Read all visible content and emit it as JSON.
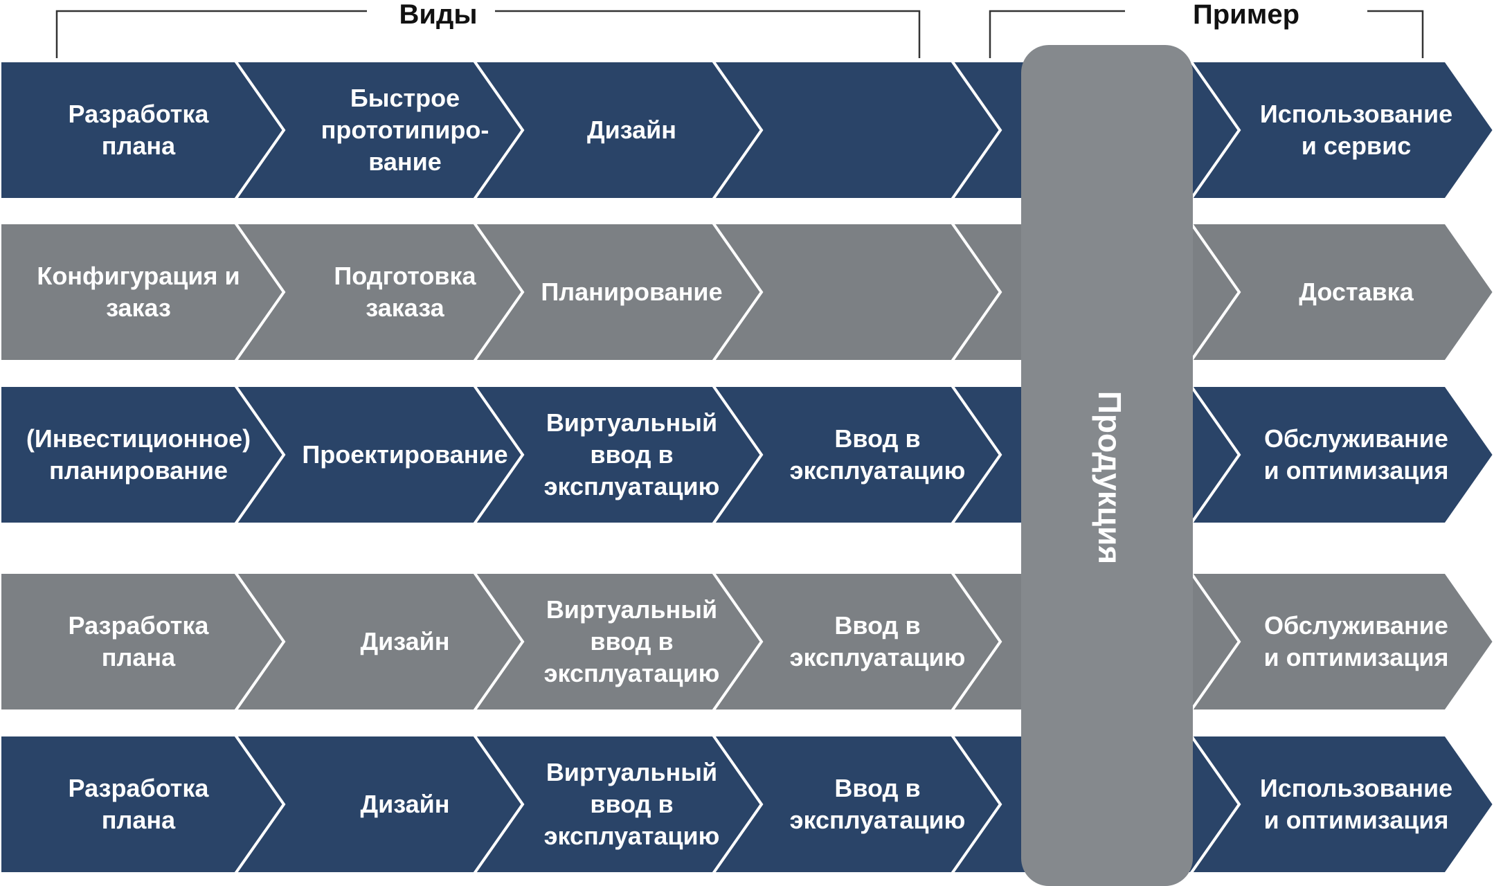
{
  "headers": {
    "kinds": "Виды",
    "example": "Пример"
  },
  "product_bar": {
    "label": "Продукция",
    "color": "#85898d"
  },
  "colors": {
    "dark": "#2a4468",
    "gray": "#7c8084"
  },
  "rows": [
    {
      "tone": "dark",
      "cells": [
        "Разработка\nплана",
        "Быстрое\nпрототипиро-\nвание",
        "Дизайн",
        "",
        ""
      ],
      "last": "Использование\nи сервис"
    },
    {
      "tone": "gray",
      "cells": [
        "Конфигурация и\nзаказ",
        "Подготовка\nзаказа",
        "Планирование",
        "",
        ""
      ],
      "last": "Доставка"
    },
    {
      "tone": "dark",
      "cells": [
        "(Инвестиционное)\nпланирование",
        "Проектирование",
        "Виртуальный\nввод в\nэксплуатацию",
        "Ввод в\nэксплуатацию",
        ""
      ],
      "last": "Обслуживание\nи оптимизация"
    },
    {
      "tone": "gray",
      "cells": [
        "Разработка\nплана",
        "Дизайн",
        "Виртуальный\nввод в\nэксплуатацию",
        "Ввод в\nэксплуатацию",
        ""
      ],
      "last": "Обслуживание\nи оптимизация"
    },
    {
      "tone": "dark",
      "cells": [
        "Разработка\nплана",
        "Дизайн",
        "Виртуальный\nввод в\nэксплуатацию",
        "Ввод в\nэксплуатацию",
        ""
      ],
      "last": "Использование\nи оптимизация"
    }
  ]
}
